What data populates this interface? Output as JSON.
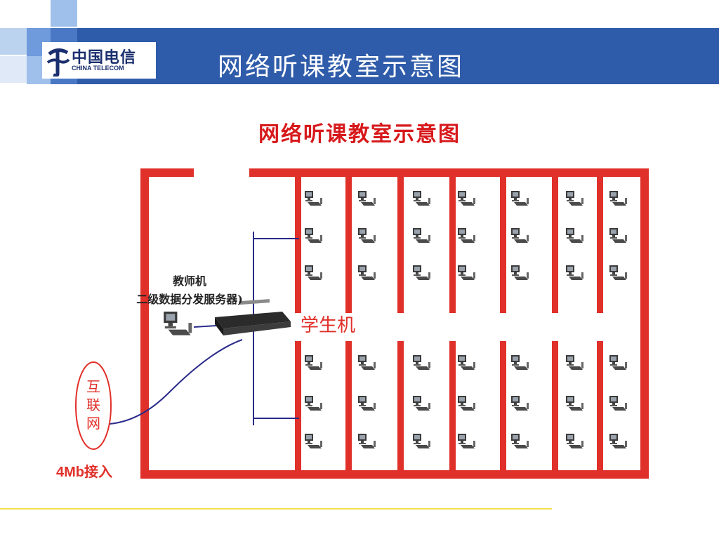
{
  "header": {
    "logo_cn": "中国电信",
    "logo_en": "CHINA TELECOM",
    "title": "网络听课教室示意图"
  },
  "diagram": {
    "title": "网络听课教室示意图",
    "teacher_label": "教师机",
    "server_label": "二级数据分发服务器)",
    "student_label": "学生机",
    "internet_chars": [
      "互",
      "联",
      "网"
    ],
    "bandwidth_label": "4Mb接入",
    "computers_per_group": 3,
    "columns_per_block": 7,
    "blocks": 2,
    "wall_color": "#e0302a",
    "line_color": "#2a2a8a",
    "header_color": "#2f5caa"
  }
}
